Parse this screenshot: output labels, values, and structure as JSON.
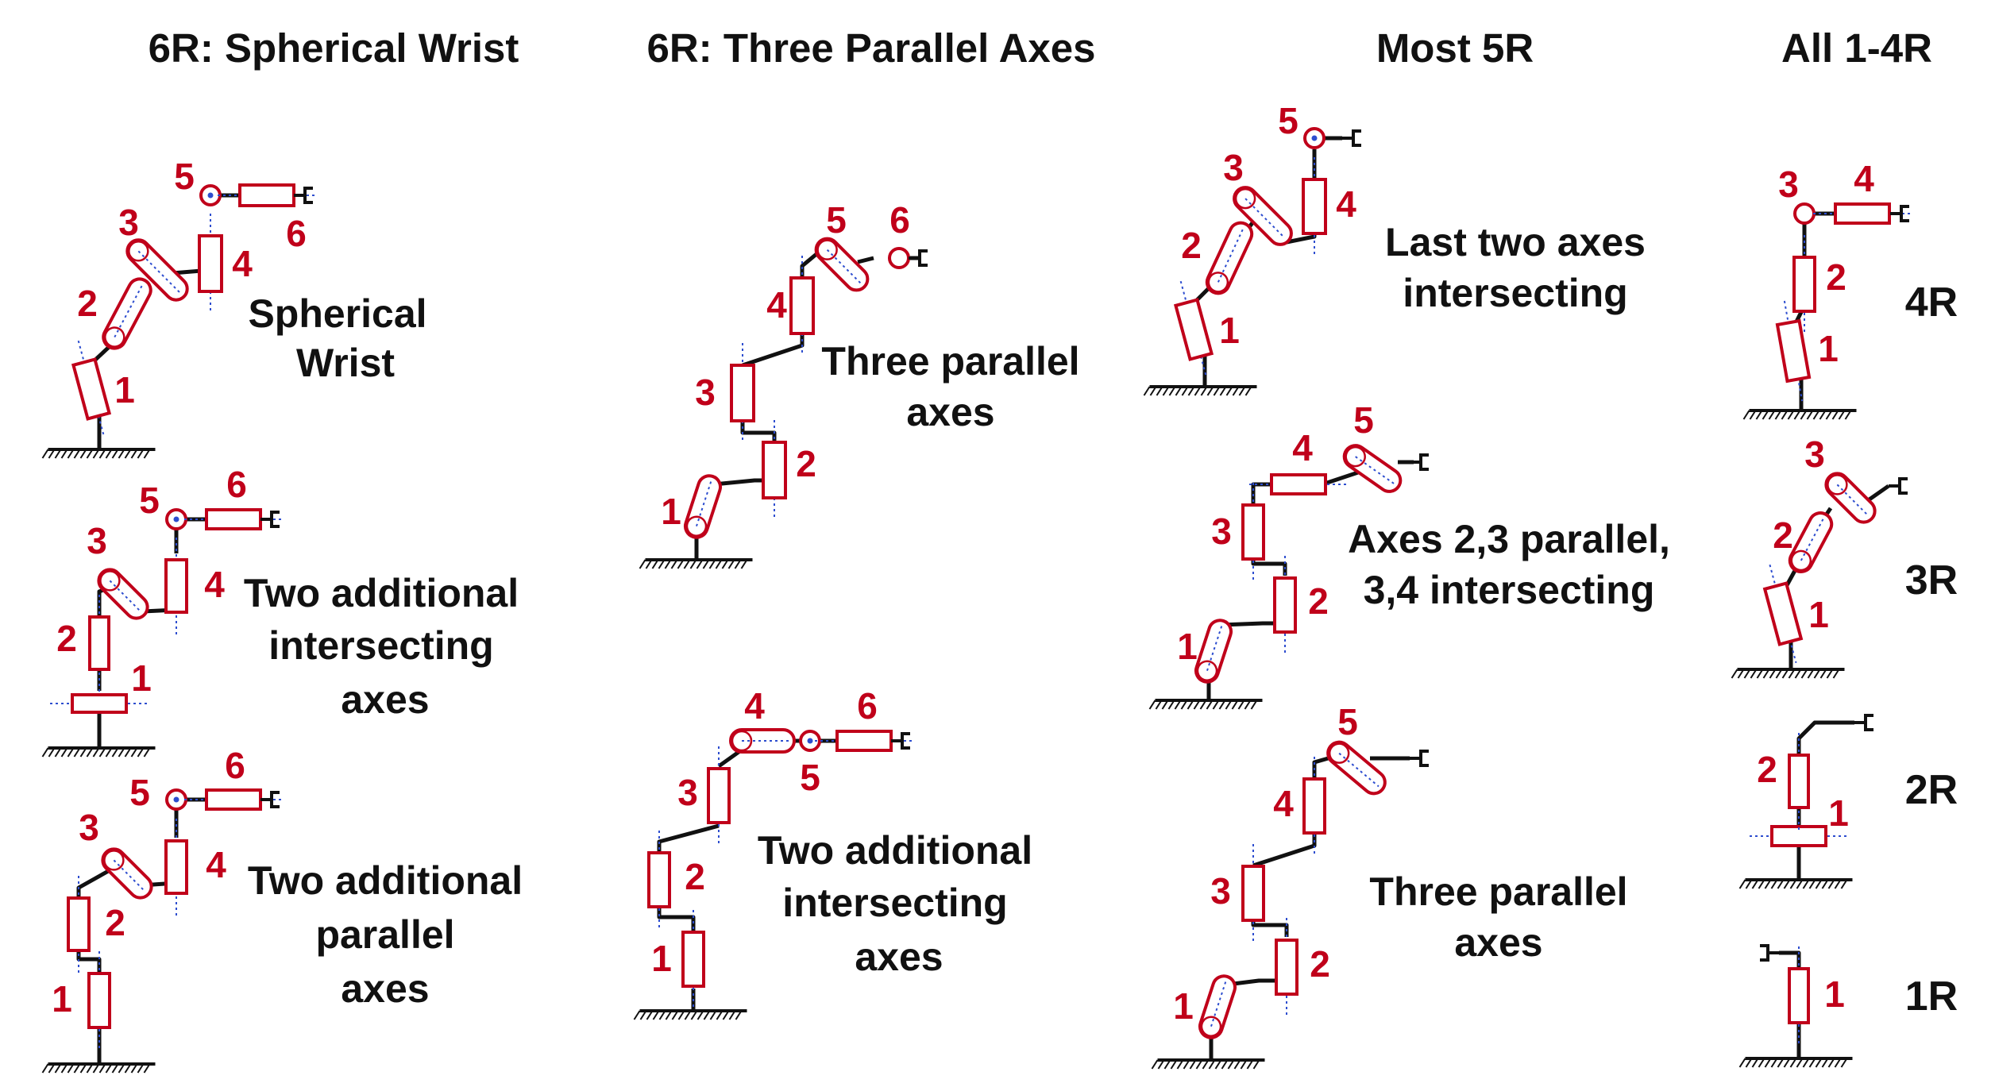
{
  "colors": {
    "joint": "#c0001a",
    "link": "#111111",
    "axis": "#2d4dcf",
    "text": "#111111"
  },
  "columns": [
    {
      "title": "6R: Spherical Wrist"
    },
    {
      "title": "6R: Three Parallel Axes"
    },
    {
      "title": "Most 5R"
    },
    {
      "title": "All 1-4R"
    }
  ],
  "robots": [
    {
      "lines": [
        "Spherical",
        "Wrist"
      ],
      "joint_labels": [
        "1",
        "2",
        "3",
        "4",
        "5",
        "6"
      ]
    },
    {
      "lines": [
        "Two additional",
        "intersecting",
        "axes"
      ],
      "joint_labels": [
        "1",
        "2",
        "3",
        "4",
        "5",
        "6"
      ]
    },
    {
      "lines": [
        "Two additional",
        "parallel",
        "axes"
      ],
      "joint_labels": [
        "1",
        "2",
        "3",
        "4",
        "5",
        "6"
      ]
    },
    {
      "lines": [
        "Three parallel",
        "axes"
      ],
      "joint_labels": [
        "1",
        "2",
        "3",
        "4",
        "5",
        "6"
      ]
    },
    {
      "lines": [
        "Two additional",
        "intersecting",
        "axes"
      ],
      "joint_labels": [
        "1",
        "2",
        "3",
        "4",
        "5",
        "6"
      ]
    },
    {
      "lines": [
        "Last two axes",
        "intersecting"
      ],
      "joint_labels": [
        "1",
        "2",
        "3",
        "4",
        "5"
      ]
    },
    {
      "lines": [
        "Axes 2,3 parallel,",
        "3,4 intersecting"
      ],
      "joint_labels": [
        "1",
        "2",
        "3",
        "4",
        "5"
      ]
    },
    {
      "lines": [
        "Three parallel",
        "axes"
      ],
      "joint_labels": [
        "1",
        "2",
        "3",
        "4",
        "5"
      ]
    },
    {
      "lines": [
        "4R"
      ],
      "joint_labels": [
        "1",
        "2",
        "3",
        "4"
      ]
    },
    {
      "lines": [
        "3R"
      ],
      "joint_labels": [
        "1",
        "2",
        "3"
      ]
    },
    {
      "lines": [
        "2R"
      ],
      "joint_labels": [
        "1",
        "2"
      ]
    },
    {
      "lines": [
        "1R"
      ],
      "joint_labels": [
        "1"
      ]
    }
  ]
}
